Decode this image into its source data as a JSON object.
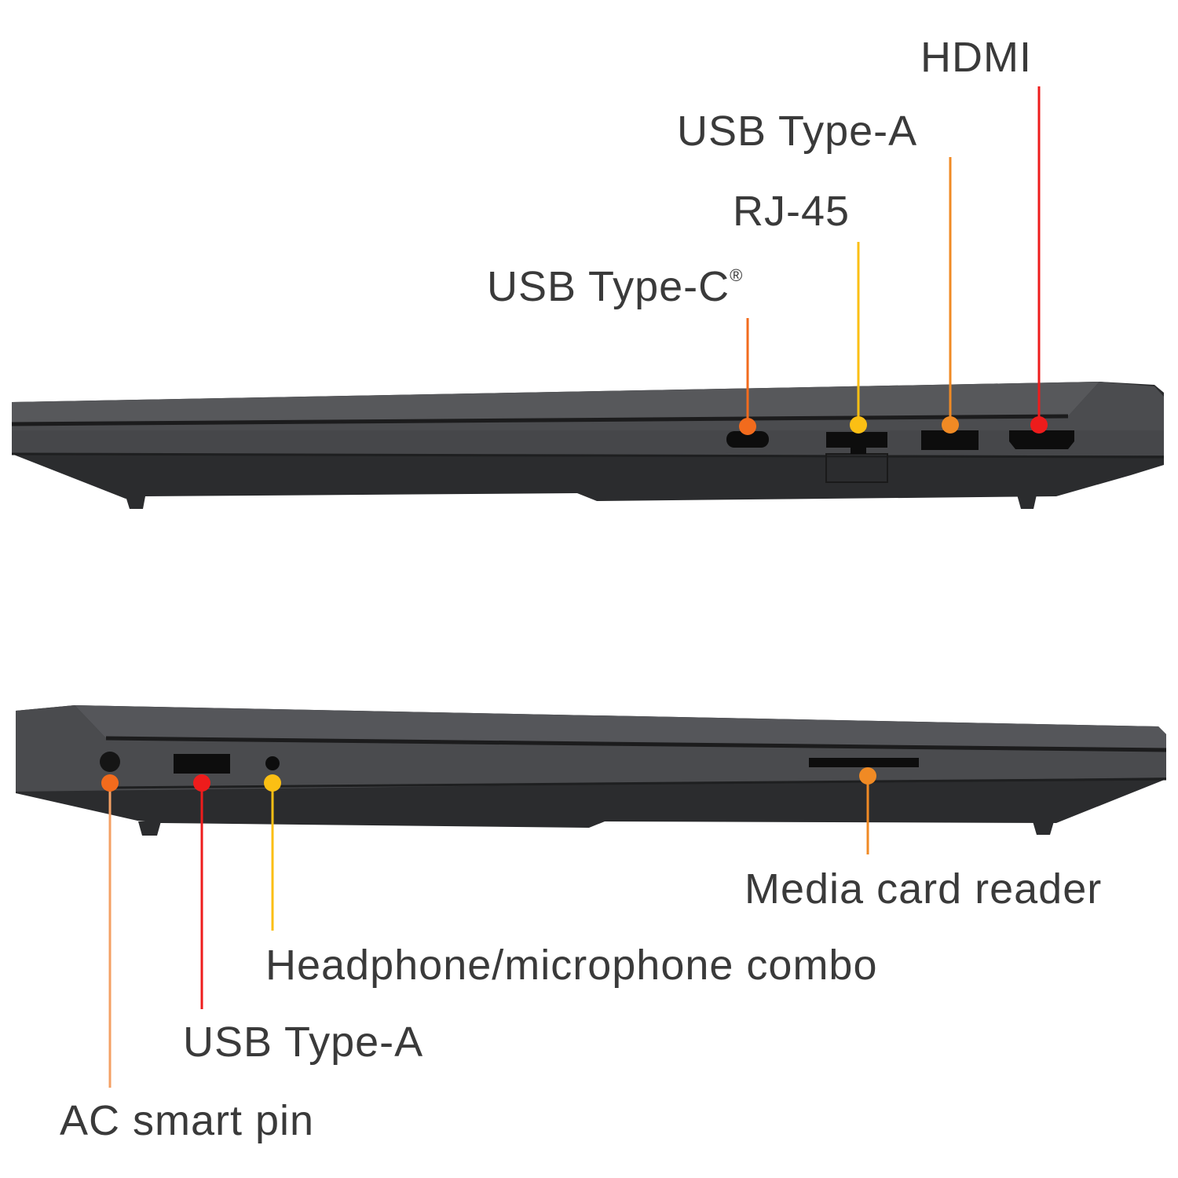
{
  "right_side": {
    "labels": {
      "hdmi": "HDMI",
      "usb_a": "USB Type-A",
      "rj45": "RJ-45",
      "usb_c": "USB Type-C",
      "usb_c_mark": "®"
    }
  },
  "left_side": {
    "labels": {
      "card_reader": "Media card reader",
      "audio": "Headphone/microphone combo",
      "usb_a": "USB Type-A",
      "ac_pin": "AC smart pin"
    }
  },
  "colors": {
    "red": "#ee1c1c",
    "orange": "#f26b1d",
    "amber": "#f08a24",
    "yellow": "#fbbf14",
    "body": "#2e2f31",
    "lid": "#4a4b4e"
  }
}
